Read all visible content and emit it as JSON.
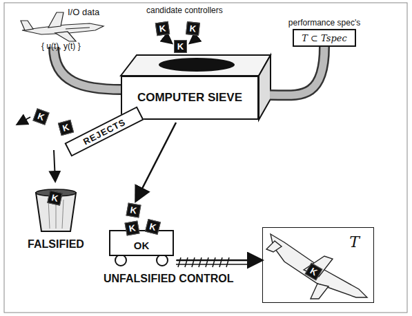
{
  "diagram": {
    "nodes": [
      {
        "text": [
          "K"
        ]
      },
      {
        "text": [
          "K"
        ]
      },
      {
        "text": [
          "K"
        ]
      },
      {
        "text": [
          "performance spec's",
          "T ⊂ Tspec"
        ]
      },
      {
        "text": [
          "COMPUTER SIEVE"
        ]
      },
      {
        "text": [
          "K"
        ]
      },
      {
        "text": [
          "K"
        ]
      },
      {
        "text": [
          "REJECTS"
        ]
      },
      {
        "text": [
          "FALSIFIED"
        ]
      },
      {
        "text": [
          "K"
        ],
        "in": 8
      },
      {
        "text": [
          "K"
        ]
      },
      {
        "text": [
          "OK"
        ]
      },
      {
        "text": [
          "K"
        ],
        "in": 11
      },
      {
        "text": [
          "K"
        ],
        "in": 11
      },
      {
        "text": [
          "T"
        ]
      },
      {
        "text": [
          "K"
        ],
        "in": 14
      }
    ],
    "edges": [
      {
        "from": 3,
        "to": 4,
        "arrow": "none"
      },
      {
        "from": 4,
        "to": 10,
        "arrow": "to"
      },
      {
        "from": 11,
        "to": 14,
        "arrow": "to"
      }
    ],
    "labels": [
      "I/O data",
      "{ u(t), y(t) }",
      "candidate controllers",
      "UNFALSIFIED CONTROL"
    ]
  }
}
